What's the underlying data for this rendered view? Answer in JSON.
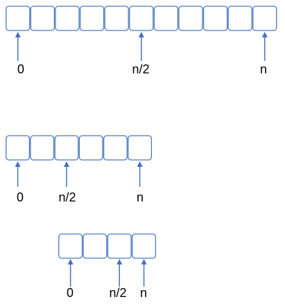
{
  "arrays": [
    {
      "cells": 11,
      "markers": [
        {
          "label": "0",
          "cell": 0
        },
        {
          "label": "n/2",
          "cell": 5
        },
        {
          "label": "n",
          "cell": 10
        }
      ]
    },
    {
      "cells": 6,
      "markers": [
        {
          "label": "0",
          "cell": 0
        },
        {
          "label": "n/2",
          "cell": 2
        },
        {
          "label": "n",
          "cell": 5
        }
      ]
    },
    {
      "cells": 4,
      "markers": [
        {
          "label": "0",
          "cell": 0
        },
        {
          "label": "n/2",
          "cell": 2
        },
        {
          "label": "n",
          "cell": 3
        }
      ]
    }
  ],
  "colors": {
    "cell_border": "#4a78c2",
    "arrow": "#4472c4",
    "label": "#000000"
  }
}
